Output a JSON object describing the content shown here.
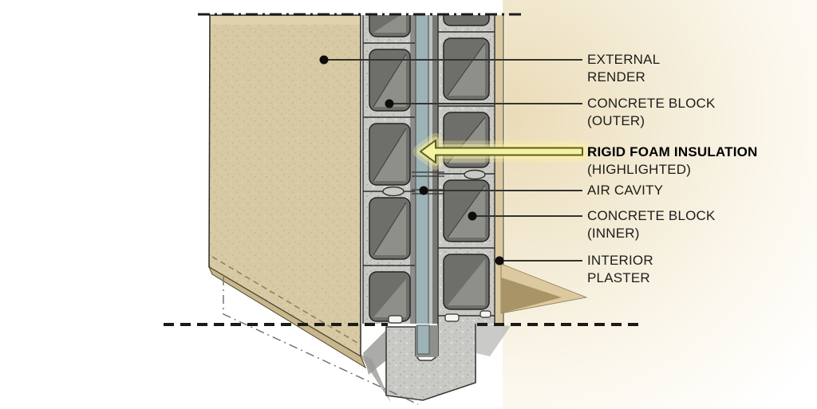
{
  "diagram": {
    "callouts": [
      {
        "id": "external-render",
        "lines": [
          "EXTERNAL",
          "RENDER"
        ]
      },
      {
        "id": "concrete-block-outer",
        "lines": [
          "CONCRETE BLOCK",
          "(OUTER)"
        ]
      },
      {
        "id": "rigid-foam-insulation",
        "lines": [
          "RIGID FOAM INSULATION",
          "(HIGHLIGHTED)"
        ],
        "emphasis": true
      },
      {
        "id": "air-cavity",
        "lines": [
          "AIR CAVITY"
        ]
      },
      {
        "id": "concrete-block-inner",
        "lines": [
          "CONCRETE BLOCK",
          "(INNER)"
        ]
      },
      {
        "id": "interior-plaster",
        "lines": [
          "INTERIOR",
          "PLASTER"
        ]
      }
    ],
    "colors": {
      "external_render_tan": "#d7c9a3",
      "concrete_block_gray": "#c9c9c5",
      "block_core_dark": "#6e6e6a",
      "insulation_blue": "#9db3b6",
      "air_cavity_dark": "#777774",
      "interior_plaster_tan": "#d9c8a0",
      "highlight_arrow_yellow": "#f5f2a2",
      "interior_background_cream": "#eadbb6",
      "line_dark": "#1f1f1d"
    }
  }
}
